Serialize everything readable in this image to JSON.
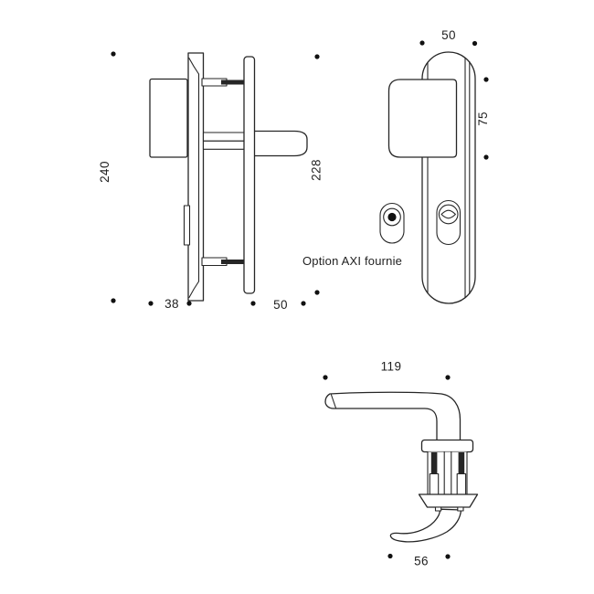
{
  "colors": {
    "background": "#ffffff",
    "line": "#262626",
    "label": "#1f1f1f"
  },
  "side_view": {
    "height_total": "240",
    "height_inner_plate": "228",
    "depth_knob": "38",
    "depth_lever": "50"
  },
  "front_view": {
    "width_plate": "50",
    "height_knob": "75",
    "option_note": "Option AXI fournie"
  },
  "lever_view": {
    "length": "119",
    "grip_depth": "56"
  }
}
